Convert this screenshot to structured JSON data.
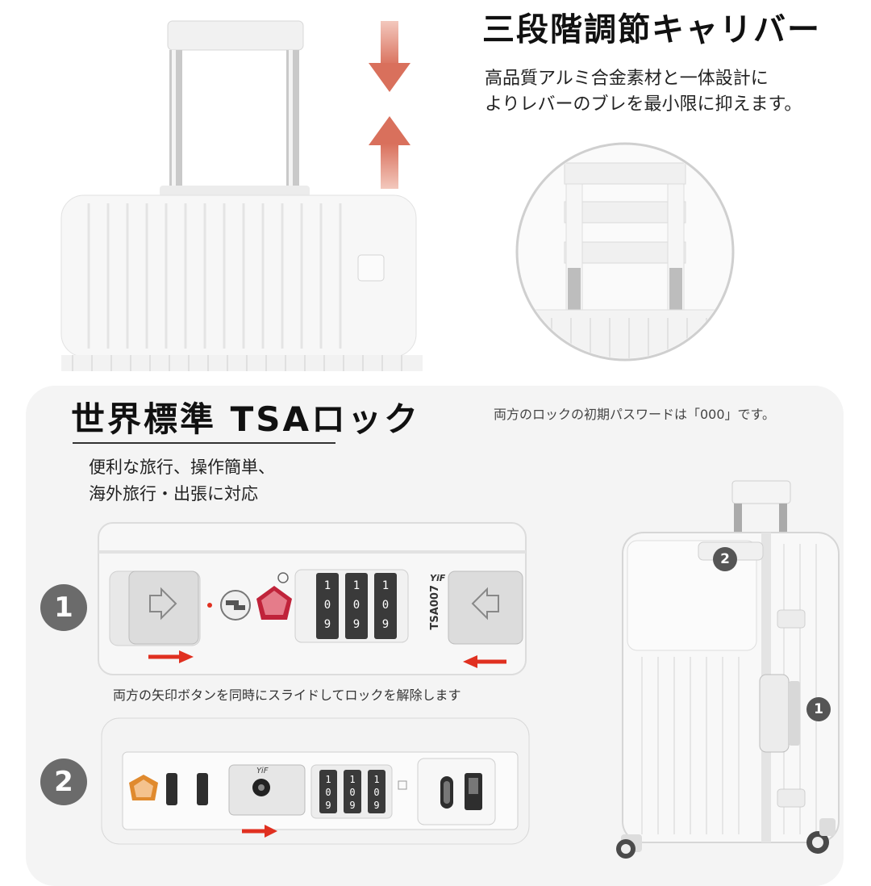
{
  "top": {
    "title": "三段階調節キャリバー",
    "desc_line1": "高品質アルミ合金素材と一体設計に",
    "desc_line2": "よりレバーのブレを最小限に抑えます。"
  },
  "tsa": {
    "title": "世界標準 TSAロック",
    "desc_line1": "便利な旅行、操作簡単、",
    "desc_line2": "海外旅行・出張に対応",
    "password_note": "両方のロックの初期パスワードは「000」です。"
  },
  "lock1": {
    "badge": "1",
    "label": "TSA007",
    "brand": "YiF",
    "caption": "両方の矢印ボタンを同時にスライドしてロックを解除します"
  },
  "lock2": {
    "badge": "2",
    "brand": "YiF"
  },
  "suitcase_callouts": {
    "one": "1",
    "two": "2"
  },
  "colors": {
    "arrow": "#d9705c",
    "red_arrow": "#e03020",
    "badge": "#6b6b6b",
    "logo_red": "#c0233a",
    "logo_orange": "#e08a2e"
  }
}
